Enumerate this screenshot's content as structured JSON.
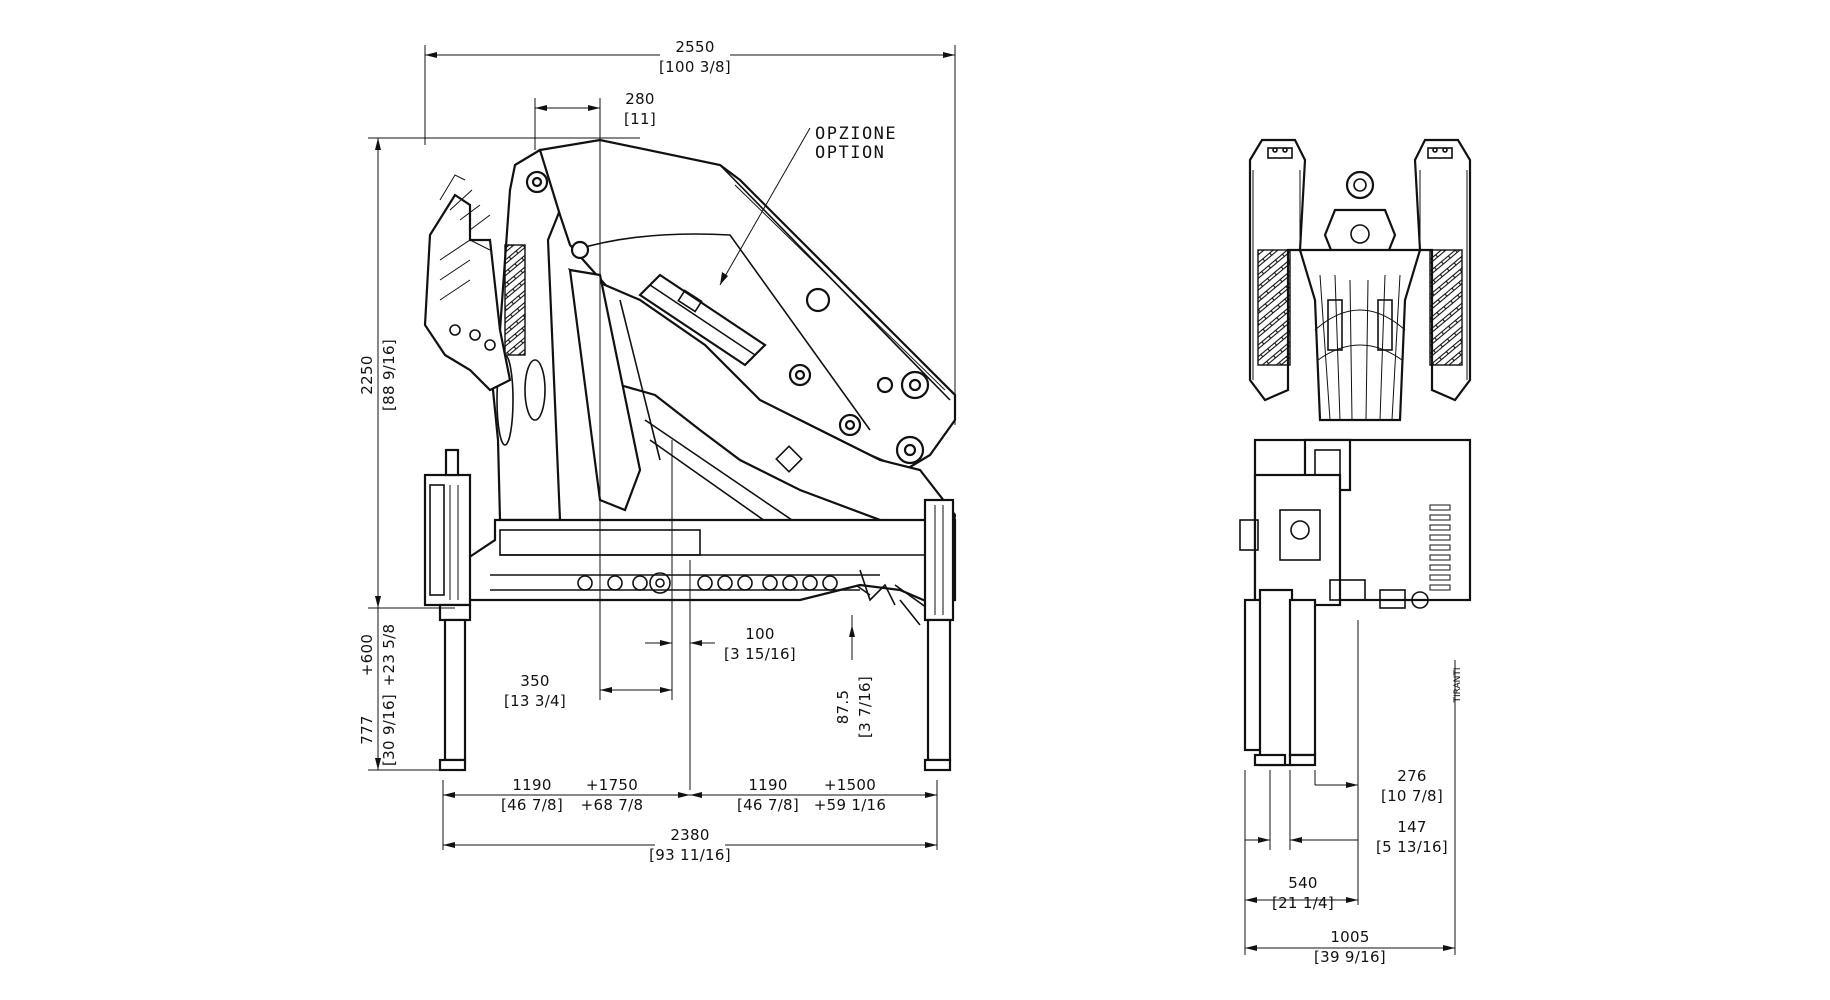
{
  "drawing": {
    "side_view": {
      "overall_width": "2550",
      "overall_width_in": "[100 3/8]",
      "top_offset": "280",
      "top_offset_in": "[11]",
      "height": "2250",
      "height_in": "[88 9/16]",
      "leg_extension": "+600",
      "leg_extension_in": "+23 5/8",
      "leg_length": "777",
      "leg_length_in": "[30 9/16]",
      "offset_350": "350",
      "offset_350_in": "[13 3/4]",
      "offset_100": "100",
      "offset_100_in": "[3 15/16]",
      "offset_87": "87.5",
      "offset_87_in": "[3 7/16]",
      "left_base": "1190",
      "left_base_in": "[46 7/8]",
      "left_ext": "+1750",
      "left_ext_in": "+68 7/8",
      "right_base": "1190",
      "right_base_in": "[46 7/8]",
      "right_ext": "+1500",
      "right_ext_in": "+59 1/16",
      "total_base": "2380",
      "total_base_in": "[93 11/16]",
      "option_it": "OPZIONE",
      "option_en": "OPTION"
    },
    "front_view": {
      "dim_276": "276",
      "dim_276_in": "[10 7/8]",
      "dim_147": "147",
      "dim_147_in": "[5 13/16]",
      "dim_540": "540",
      "dim_540_in": "[21 1/4]",
      "width": "1005",
      "width_in": "[39 9/16]",
      "tie_rods_label": "TIRANTI"
    }
  }
}
